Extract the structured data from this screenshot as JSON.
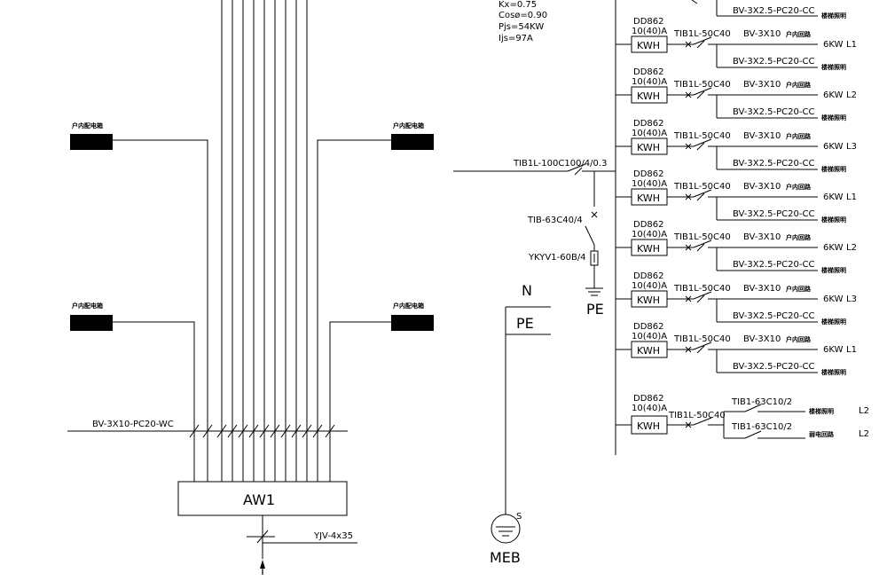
{
  "load_calc": {
    "kx": "Kx=0.75",
    "cos": "Cosø=0.90",
    "pjs": "Pjs=54KW",
    "ijs": "Ijs=97A"
  },
  "left": {
    "box_top_left_label": "户内配电箱",
    "box_top_right_label": "户内配电箱",
    "box_bottom_left_label": "户内配电箱",
    "box_bottom_right_label": "户内配电箱",
    "cable_label": "BV-3X10-PC20-WC",
    "panel_label": "AW1",
    "feeder_label": "YJV-4x35"
  },
  "incoming": {
    "main_breaker": "TIB1L-100C100/4/0.3",
    "isolator": "TIB-63C40/4",
    "spd": "YKYV1-60B/4",
    "n_label": "N",
    "pe_label": "PE",
    "pe_ground_label": "PE",
    "meb_label": "MEB",
    "meb_s": "S"
  },
  "circuits": [
    {
      "meter": "DD862",
      "rating": "10(40)A",
      "kwh": "KWH",
      "breaker": "TIB1L-50C40",
      "cable": "BV-3X10",
      "dest": "户内回路",
      "branch": "BV-3X2.5-PC20-CC",
      "branch_dest": "楼梯照明",
      "load": "6KW",
      "phase": "L1"
    },
    {
      "meter": "DD862",
      "rating": "10(40)A",
      "kwh": "KWH",
      "breaker": "TIB1L-50C40",
      "cable": "BV-3X10",
      "dest": "户内回路",
      "branch": "BV-3X2.5-PC20-CC",
      "branch_dest": "楼梯照明",
      "load": "6KW",
      "phase": "L2"
    },
    {
      "meter": "DD862",
      "rating": "10(40)A",
      "kwh": "KWH",
      "breaker": "TIB1L-50C40",
      "cable": "BV-3X10",
      "dest": "户内回路",
      "branch": "BV-3X2.5-PC20-CC",
      "branch_dest": "楼梯照明",
      "load": "6KW",
      "phase": "L3"
    },
    {
      "meter": "DD862",
      "rating": "10(40)A",
      "kwh": "KWH",
      "breaker": "TIB1L-50C40",
      "cable": "BV-3X10",
      "dest": "户内回路",
      "branch": "BV-3X2.5-PC20-CC",
      "branch_dest": "楼梯照明",
      "load": "6KW",
      "phase": "L1"
    },
    {
      "meter": "DD862",
      "rating": "10(40)A",
      "kwh": "KWH",
      "breaker": "TIB1L-50C40",
      "cable": "BV-3X10",
      "dest": "户内回路",
      "branch": "BV-3X2.5-PC20-CC",
      "branch_dest": "楼梯照明",
      "load": "6KW",
      "phase": "L2"
    },
    {
      "meter": "DD862",
      "rating": "10(40)A",
      "kwh": "KWH",
      "breaker": "TIB1L-50C40",
      "cable": "BV-3X10",
      "dest": "户内回路",
      "branch": "BV-3X2.5-PC20-CC",
      "branch_dest": "楼梯照明",
      "load": "6KW",
      "phase": "L3"
    },
    {
      "meter": "DD862",
      "rating": "10(40)A",
      "kwh": "KWH",
      "breaker": "TIB1L-50C40",
      "cable": "BV-3X10",
      "dest": "户内回路",
      "branch": "BV-3X2.5-PC20-CC",
      "branch_dest": "楼梯照明",
      "load": "6KW",
      "phase": "L1"
    }
  ],
  "top_partial": {
    "branch": "BV-3X2.5-PC20-CC",
    "branch_dest": "楼梯照明"
  },
  "common": {
    "meter": "DD862",
    "rating": "10(40)A",
    "kwh": "KWH",
    "breaker": "TIB1L-50C40",
    "sub1": "TIB1-63C10/2",
    "sub1_dest": "楼梯照明",
    "sub1_phase": "L2",
    "sub2": "TIB1-63C10/2",
    "sub2_dest": "弱电回路",
    "sub2_phase": "L2"
  }
}
